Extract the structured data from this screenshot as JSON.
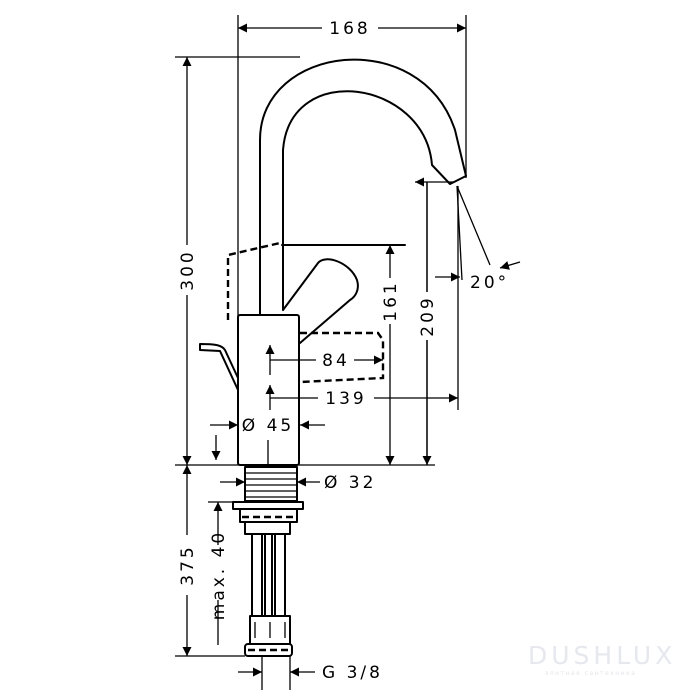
{
  "dimensions": {
    "width_total": "168",
    "height_total": "300",
    "lever_height": "161",
    "spout_height": "209",
    "lever_length": "84",
    "spout_reach": "139",
    "body_diameter": "Ø 45",
    "shank_diameter": "Ø 32",
    "angle": "20°",
    "below_deck": "375",
    "max_deck": "max. 40",
    "thread": "G 3/8"
  },
  "watermark": {
    "brand": "DUSHLUX",
    "tagline": "элитная сантехника"
  }
}
